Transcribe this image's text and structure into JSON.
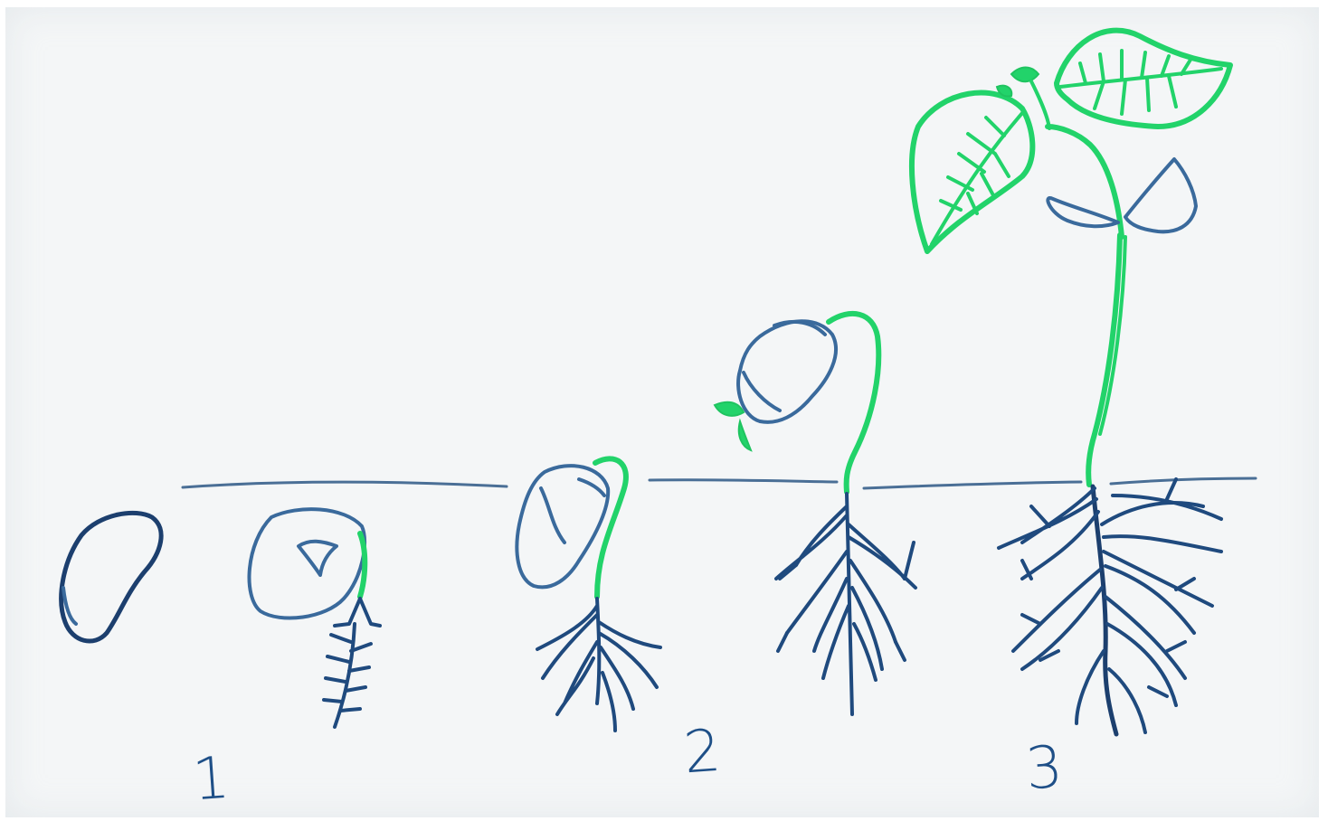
{
  "stages": [
    {
      "label": "1"
    },
    {
      "label": "2"
    },
    {
      "label": "3"
    }
  ],
  "colors": {
    "ink_blue": "#2b5a8c",
    "ink_dark_blue": "#1c3f6e",
    "ink_green": "#22d36a",
    "paper": "#f4f6f7"
  }
}
